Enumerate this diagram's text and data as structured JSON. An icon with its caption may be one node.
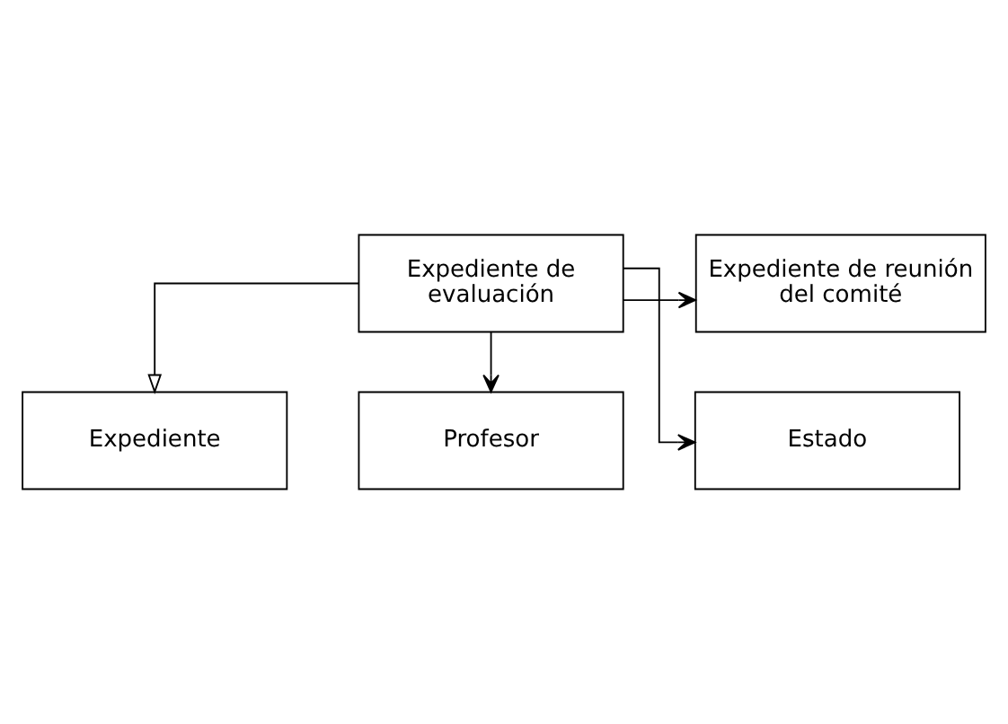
{
  "diagram": {
    "nodes": [
      {
        "text": [
          "Expediente"
        ]
      },
      {
        "text": [
          "Expediente de evaluación"
        ]
      },
      {
        "text": [
          "Expediente de reunión del comité"
        ]
      },
      {
        "text": [
          "Profesor"
        ]
      },
      {
        "text": [
          "Estado"
        ]
      }
    ],
    "edges": [
      {
        "from": 1,
        "to": 0,
        "arrow": "to"
      },
      {
        "from": 1,
        "to": 2,
        "arrow": "to"
      },
      {
        "from": 1,
        "to": 3,
        "arrow": "to"
      },
      {
        "from": 1,
        "to": 4,
        "arrow": "to"
      }
    ]
  }
}
